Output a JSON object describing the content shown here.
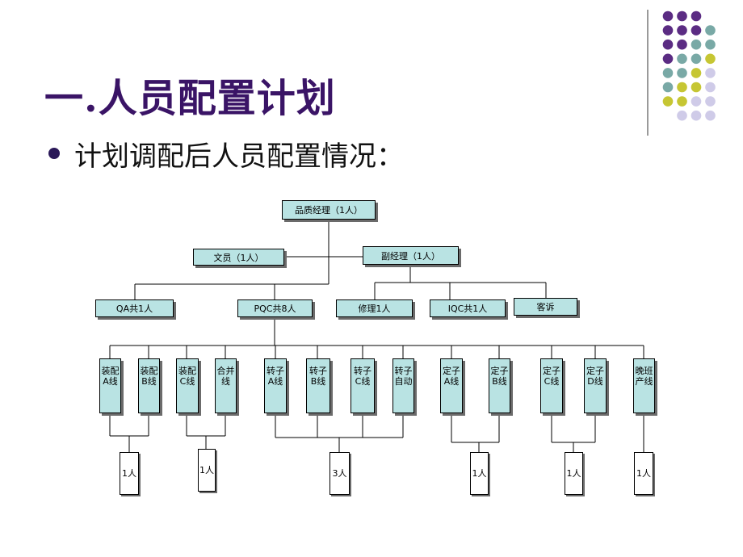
{
  "slide": {
    "title": "一.人员配置计划",
    "bullet": "计划调配后人员配置情况："
  },
  "theme": {
    "title_color": "#3a1466",
    "box_fill": "#b9e3e3",
    "dot_colors": {
      "purple": "#5b2c83",
      "teal": "#79a9a6",
      "olive": "#c6c633",
      "lavender": "#cfcbe8"
    }
  },
  "org_chart": {
    "root": "品质经理（1人）",
    "clerk": "文员（1人）",
    "deputy": "副经理（1人）",
    "departments": {
      "qa": "QA共1人",
      "pqc": "PQC共8人",
      "repair": "修理1人",
      "iqc": "IQC共1人",
      "complaint": "客诉"
    },
    "lines": [
      "装配A线",
      "装配B线",
      "装配C线",
      "合并线",
      "转子A线",
      "转子B线",
      "转子C线",
      "转子自动",
      "定子A线",
      "定子B线",
      "定子C线",
      "定子D线",
      "晚班产线"
    ],
    "staff_groups": [
      "1人",
      "1人",
      "3人",
      "1人",
      "1人",
      "1人"
    ]
  }
}
